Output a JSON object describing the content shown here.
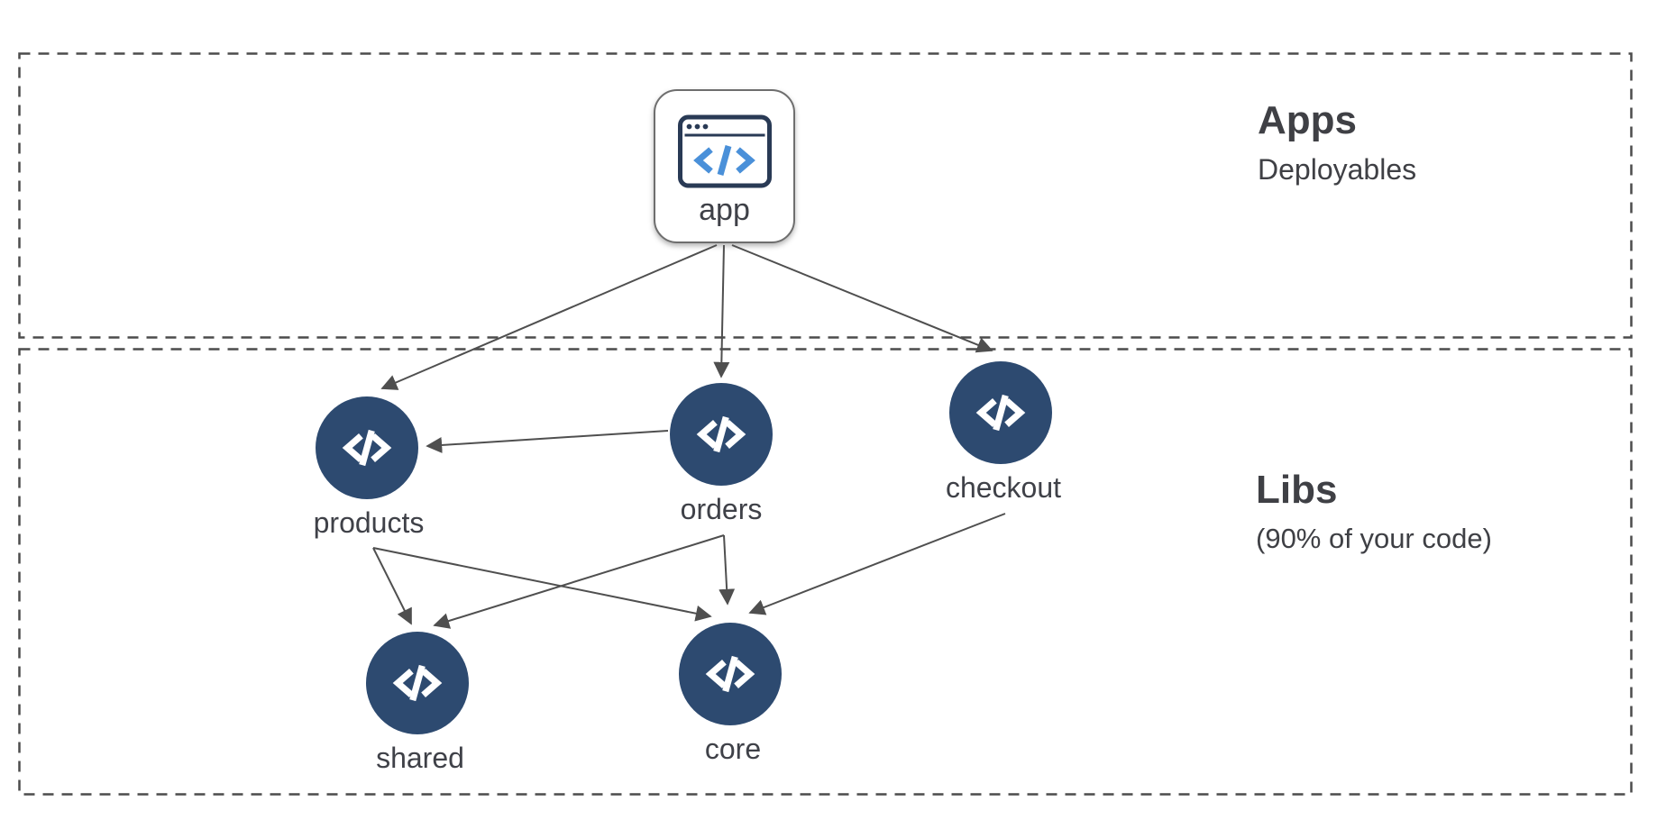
{
  "sections": {
    "apps": {
      "title": "Apps",
      "subtitle": "Deployables"
    },
    "libs": {
      "title": "Libs",
      "subtitle": "(90% of your code)"
    }
  },
  "nodes": {
    "app": {
      "label": "app",
      "icon": "browser-code-window-icon",
      "type": "app"
    },
    "products": {
      "label": "products",
      "icon": "code-icon",
      "type": "lib"
    },
    "orders": {
      "label": "orders",
      "icon": "code-icon",
      "type": "lib"
    },
    "checkout": {
      "label": "checkout",
      "icon": "code-icon",
      "type": "lib"
    },
    "shared": {
      "label": "shared",
      "icon": "code-icon",
      "type": "lib"
    },
    "core": {
      "label": "core",
      "icon": "code-icon",
      "type": "lib"
    }
  },
  "edges": [
    {
      "from": "app",
      "to": "products"
    },
    {
      "from": "app",
      "to": "orders"
    },
    {
      "from": "app",
      "to": "checkout"
    },
    {
      "from": "orders",
      "to": "products"
    },
    {
      "from": "products",
      "to": "shared"
    },
    {
      "from": "products",
      "to": "core"
    },
    {
      "from": "orders",
      "to": "shared"
    },
    {
      "from": "orders",
      "to": "core"
    },
    {
      "from": "checkout",
      "to": "core"
    }
  ],
  "colors": {
    "background": "#ffffff",
    "node_fill": "#2d4a70",
    "node_glyph": "#ffffff",
    "app_icon_outline": "#293a55",
    "app_icon_code_blue": "#4a90d9",
    "edge_stroke": "#4f4f4f",
    "box_dash": "#4c4c4c",
    "text": "#3f4148"
  }
}
